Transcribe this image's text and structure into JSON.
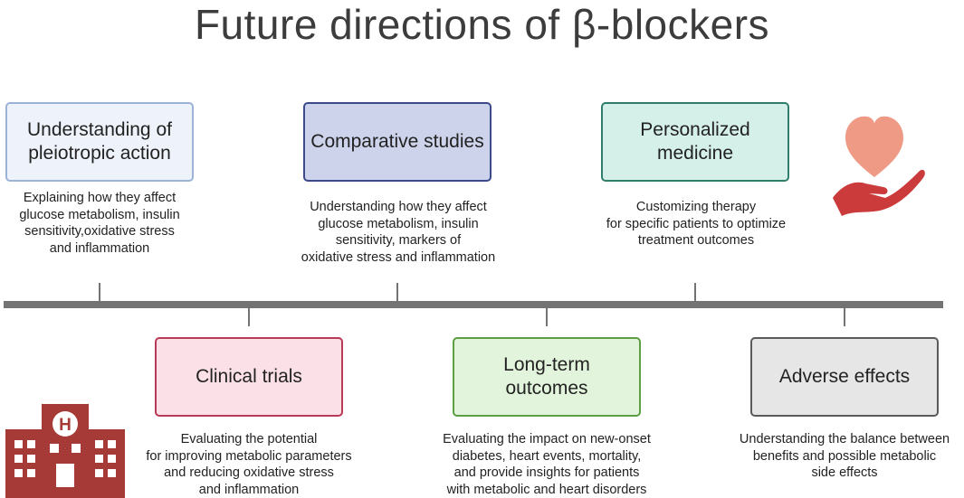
{
  "title": "Future directions of β-blockers",
  "top_items": [
    {
      "label": "Understanding of pleiotropic action",
      "description": "Explaining how they affect\nglucose metabolism, insulin\nsensitivity,oxidative stress\nand inflammation",
      "fill": "#eef3fb",
      "border": "#9cb3d8"
    },
    {
      "label": "Comparative studies",
      "description": "Understanding how they affect\nglucose metabolism, insulin\nsensitivity, markers of\noxidative stress and inflammation",
      "fill": "#cdd3ea",
      "border": "#3b4a8a"
    },
    {
      "label": "Personalized medicine",
      "description": "Customizing therapy\nfor specific patients to optimize\ntreatment outcomes",
      "fill": "#d5efe9",
      "border": "#2f7e6b"
    }
  ],
  "bottom_items": [
    {
      "label": "Clinical trials",
      "description": "Evaluating the potential\nfor improving metabolic parameters\nand reducing oxidative stress\nand inflammation",
      "fill": "#fbe1e7",
      "border": "#b83a57"
    },
    {
      "label": "Long-term outcomes",
      "description": "Evaluating the impact on new-onset\ndiabetes, heart events, mortality,\nand provide insights for patients\nwith metabolic and heart disorders",
      "fill": "#e3f4dc",
      "border": "#5c9e42"
    },
    {
      "label": "Adverse effects",
      "description": "Understanding the balance between\nbenefits and possible metabolic\nside effects",
      "fill": "#e6e6e6",
      "border": "#5a5a5a"
    }
  ],
  "hospital_icon": {
    "name": "hospital-icon",
    "letter": "H",
    "color": "#a63a36"
  },
  "heart_hand_icon": {
    "name": "heart-in-hand-icon",
    "heart_color": "#ef9a85",
    "hand_color": "#cc3b3b"
  },
  "timeline_color": "#737373"
}
